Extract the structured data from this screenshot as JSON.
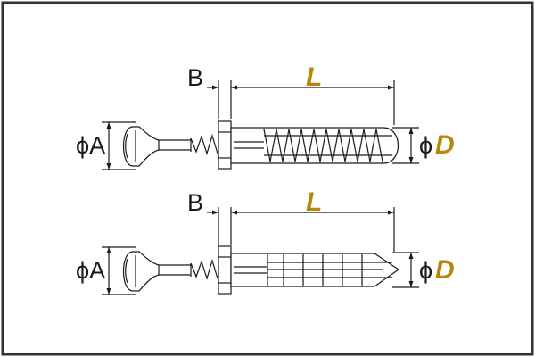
{
  "colors": {
    "border": "#333333",
    "line": "#1a1a1a",
    "accent": "#b8860b",
    "fill": "#ffffff"
  },
  "labels": {
    "top": {
      "b": "B",
      "l": "L",
      "phi_a": "ϕA",
      "phi_d_symbol": "ϕ",
      "phi_d_letter": "D"
    },
    "bottom": {
      "b": "B",
      "l": "L",
      "phi_a": "ϕA",
      "phi_d_symbol": "ϕ",
      "phi_d_letter": "D"
    }
  }
}
